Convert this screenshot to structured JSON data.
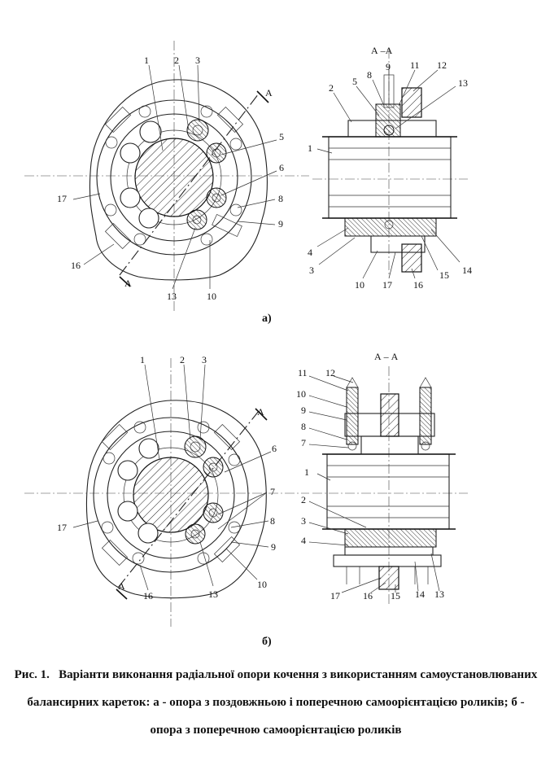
{
  "figure_a": {
    "sublabel": "а)",
    "section_title": "А –А",
    "cut_mark": "А",
    "front_labels": [
      "1",
      "2",
      "3",
      "5",
      "6",
      "8",
      "9",
      "17",
      "16",
      "13",
      "10"
    ],
    "section_labels": [
      "9",
      "11",
      "12",
      "5",
      "8",
      "2",
      "13",
      "1",
      "4",
      "3",
      "10",
      "17",
      "16",
      "15",
      "14"
    ]
  },
  "figure_b": {
    "sublabel": "б)",
    "section_title": "А – А",
    "cut_mark": "А",
    "front_labels": [
      "1",
      "2",
      "3",
      "6",
      "7",
      "8",
      "9",
      "10",
      "13",
      "16",
      "17"
    ],
    "section_labels": [
      "11",
      "12",
      "10",
      "9",
      "8",
      "7",
      "1",
      "2",
      "3",
      "4",
      "17",
      "16",
      "15",
      "14",
      "13"
    ]
  },
  "caption": {
    "prefix": "Рис. 1.",
    "text": "Варіанти виконання радіальної опори кочення з використанням самоустановлюваних балансирних кареток: а - опора з поздовжньою і поперечною самоорієнтацією роликів; б - опора з поперечною самоорієнтацією роликів"
  }
}
